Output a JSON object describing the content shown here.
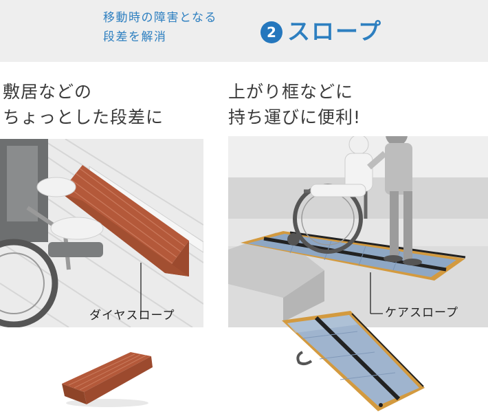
{
  "banner": {
    "subtitle_line1": "移動時の障害となる",
    "subtitle_line2": "段差を解消",
    "number": "2",
    "title": "スロープ"
  },
  "left_panel": {
    "heading_line1": "敷居などの",
    "heading_line2": "ちょっとした段差に",
    "callout": "ダイヤスロープ"
  },
  "right_panel": {
    "heading_line1": "上がり框などに",
    "heading_line2": "持ち運びに便利!",
    "callout": "ケアスロープ"
  },
  "colors": {
    "accent": "#2d7fc0",
    "badge": "#2577bd",
    "banner_bg": "#eeeeee",
    "wood": "#b4593a"
  },
  "icons": [
    "wheelchair-illustration",
    "caregiver-illustration",
    "wood-slope-illustration",
    "folding-ramp-illustration"
  ]
}
